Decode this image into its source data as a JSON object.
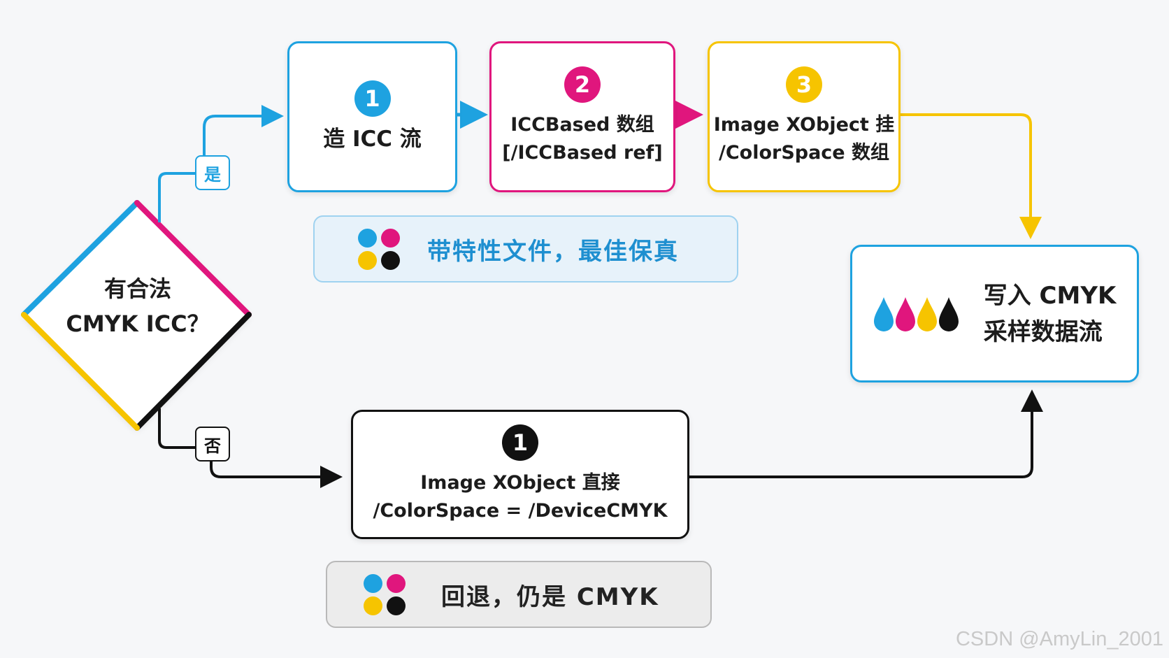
{
  "decision": {
    "line1": "有合法",
    "line2": "CMYK ICC？"
  },
  "yes_label": "是",
  "no_label": "否",
  "steps_yes": [
    {
      "num": "1",
      "line1": "造 ICC 流",
      "line2": ""
    },
    {
      "num": "2",
      "line1": "ICCBased 数组",
      "line2": "[/ICCBased ref]"
    },
    {
      "num": "3",
      "line1": "Image XObject 挂",
      "line2": "/ColorSpace 数组"
    }
  ],
  "note_yes": "带特性文件，最佳保真",
  "step_no": {
    "num": "1",
    "line1": "Image XObject 直接",
    "line2": "/ColorSpace = /DeviceCMYK"
  },
  "note_no": "回退，仍是 CMYK",
  "result": {
    "line1": "写入 CMYK",
    "line2": "采样数据流"
  },
  "watermark": "CSDN @AmyLin_2001",
  "colors": {
    "cyan": "#1ea2e0",
    "magenta": "#e0167d",
    "yellow": "#f6c400",
    "black": "#111111"
  }
}
